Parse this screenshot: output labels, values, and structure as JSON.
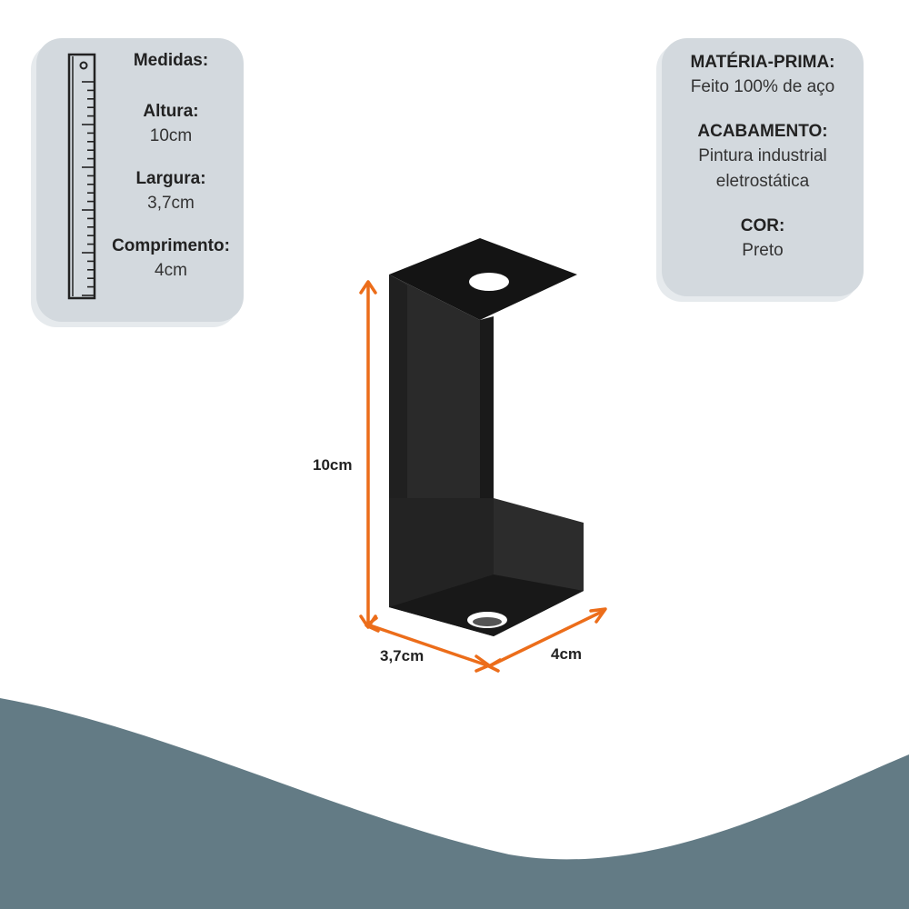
{
  "colors": {
    "card_bg": "#d3d9de",
    "wave": "#637b85",
    "arrow": "#ec6d1a",
    "product": "#1d1d1d"
  },
  "measures": {
    "title": "Medidas:",
    "height_label": "Altura:",
    "height_value": "10cm",
    "width_label": "Largura:",
    "width_value": "3,7cm",
    "length_label": "Comprimento:",
    "length_value": "4cm",
    "icon": "ruler-icon"
  },
  "specs": {
    "material_label": "MATÉRIA-PRIMA:",
    "material_value": "Feito 100% de aço",
    "finish_label": "ACABAMENTO:",
    "finish_value_line1": "Pintura industrial",
    "finish_value_line2": "eletrostática",
    "color_label": "COR:",
    "color_value": "Preto"
  },
  "dimensions": {
    "height": "10cm",
    "width": "3,7cm",
    "depth": "4cm"
  }
}
